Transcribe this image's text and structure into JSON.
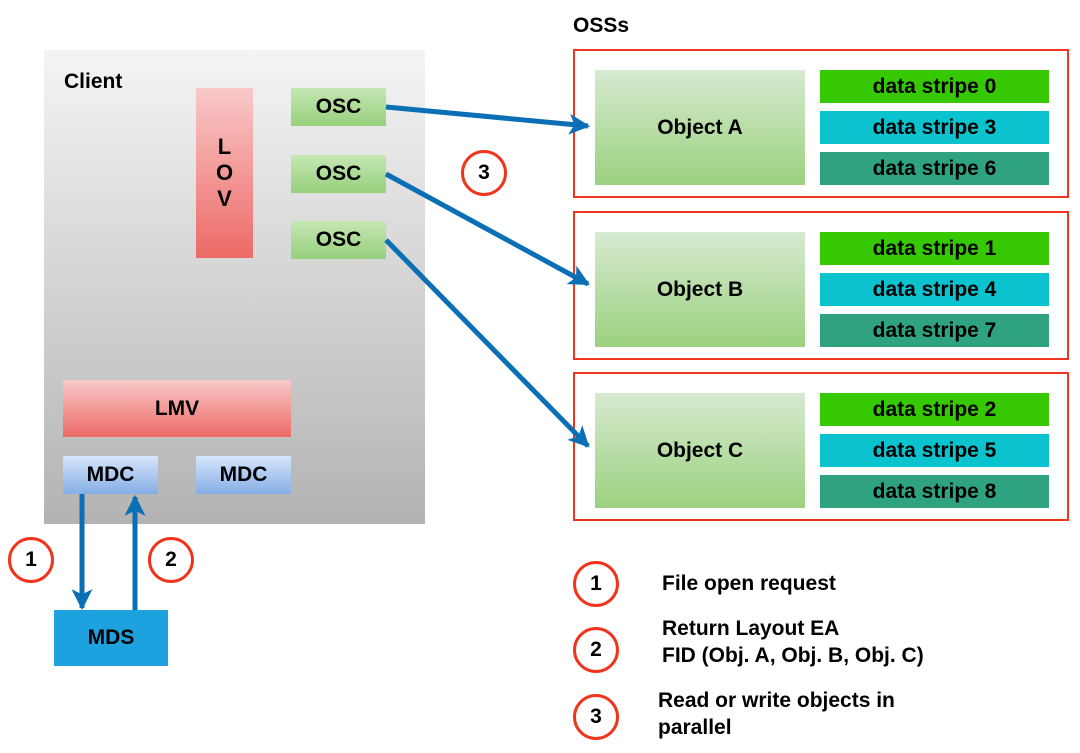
{
  "client": {
    "label": "Client",
    "lov": {
      "letters": [
        "L",
        "O",
        "V"
      ]
    },
    "oscs": [
      {
        "label": "OSC"
      },
      {
        "label": "OSC"
      },
      {
        "label": "OSC"
      }
    ],
    "lmv": {
      "label": "LMV"
    },
    "mdcs": [
      {
        "label": "MDC"
      },
      {
        "label": "MDC"
      }
    ]
  },
  "mds": {
    "label": "MDS"
  },
  "osss": {
    "label": "OSSs",
    "servers": [
      {
        "object": "Object A",
        "stripes": [
          "data stripe 0",
          "data stripe 3",
          "data stripe 6"
        ]
      },
      {
        "object": "Object B",
        "stripes": [
          "data stripe 1",
          "data stripe 4",
          "data stripe 7"
        ]
      },
      {
        "object": "Object C",
        "stripes": [
          "data stripe 2",
          "data stripe 5",
          "data stripe 8"
        ]
      }
    ]
  },
  "step_markers": [
    "1",
    "2",
    "3"
  ],
  "legend": [
    {
      "num": "1",
      "lines": [
        "File open request"
      ]
    },
    {
      "num": "2",
      "lines": [
        "Return Layout EA",
        "FID (Obj. A, Obj. B, Obj. C)"
      ]
    },
    {
      "num": "3",
      "lines": [
        "Read or write objects in",
        "parallel"
      ]
    }
  ],
  "colors": {
    "arrow": "#0a6fb5",
    "marker_ring": "#f0341e",
    "stripe_green": "#36c800",
    "stripe_cyan": "#0ac3cf",
    "stripe_teal": "#2fa37f",
    "mds": "#1ea1df"
  }
}
